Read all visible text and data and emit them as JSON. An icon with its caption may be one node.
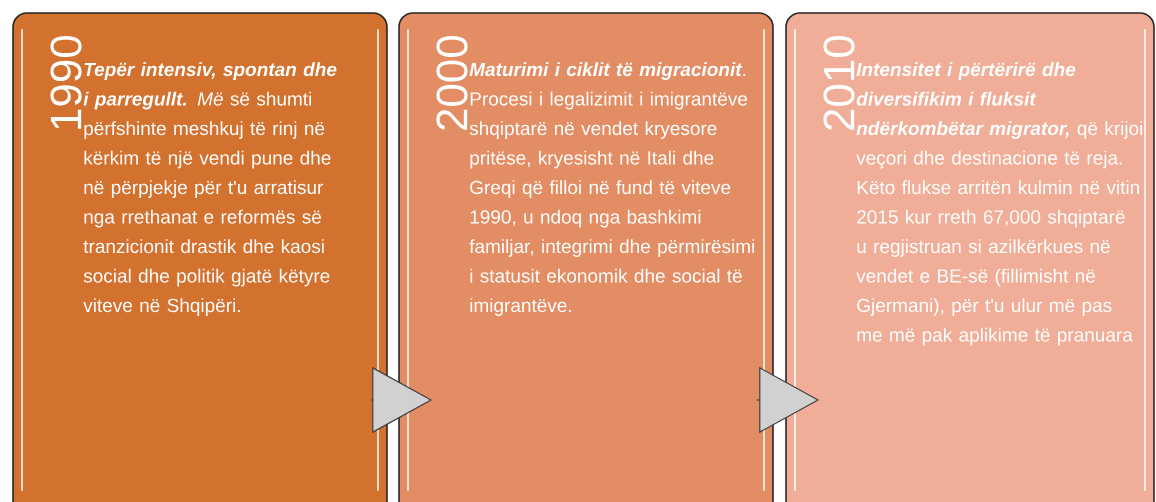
{
  "diagram": {
    "nodes": [
      {
        "text": [
          "1990",
          "Tepër intensiv, spontan dhe i parregullt.",
          "*Më* së shumti përfshinte meshkuj të rinj në kërkim të një vendi pune dhe në përpjekje për t'u arratisur nga rrethanat e reformës së tranzicionit drastik dhe kaosi social dhe politik gjatë këtyre viteve në Shqipëri."
        ]
      },
      {
        "text": [
          "2000",
          "Maturimi i ciklit të migracionit",
          ". Procesi i legalizimit i imigrantëve shqiptarë në vendet kryesore pritëse, kryesisht në Itali dhe Greqi që filloi në fund të viteve 1990, u ndoq nga bashkimi familjar, integrimi dhe përmirësimi i statusit ekonomik dhe social të imigrantëve."
        ]
      },
      {
        "text": [
          "2010",
          "Intensitet i përtërirë dhe diversifikim i fluksit ndërkombëtar migrator,",
          "që krijoi veçori dhe destinacione të reja. Këto flukse arritën kulmin në vitin 2015 kur rreth 67,000 shqiptarë u regjistruan si azilkërkues në vendet e BE-së (fillimisht në Gjermani), për t'u ulur më pas me më pak aplikime të pranuara"
        ]
      }
    ],
    "edges": [
      {
        "from": 0,
        "to": 1,
        "arrow": "to"
      },
      {
        "from": 1,
        "to": 2,
        "arrow": "to"
      }
    ]
  }
}
